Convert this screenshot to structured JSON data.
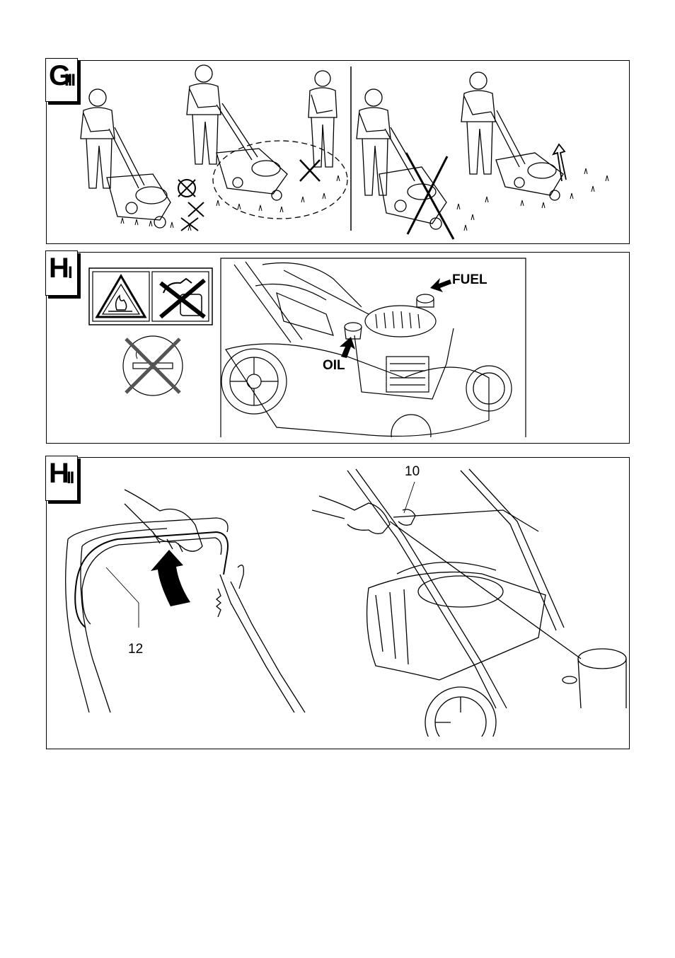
{
  "panels": {
    "g3": {
      "tab_letter": "G",
      "tab_suffix": "III"
    },
    "h1": {
      "tab_letter": "H",
      "tab_suffix": "I",
      "fuel_label": "FUEL",
      "oil_label": "OIL"
    },
    "h2": {
      "tab_letter": "H",
      "tab_suffix": "II",
      "callout_12": "12",
      "callout_10": "10"
    }
  },
  "icons": [
    "fire-warning-icon",
    "no-refuel-hot-engine-icon",
    "no-smoking-icon",
    "fuel-arrow-icon",
    "oil-arrow-icon",
    "lift-arrow-icon"
  ]
}
